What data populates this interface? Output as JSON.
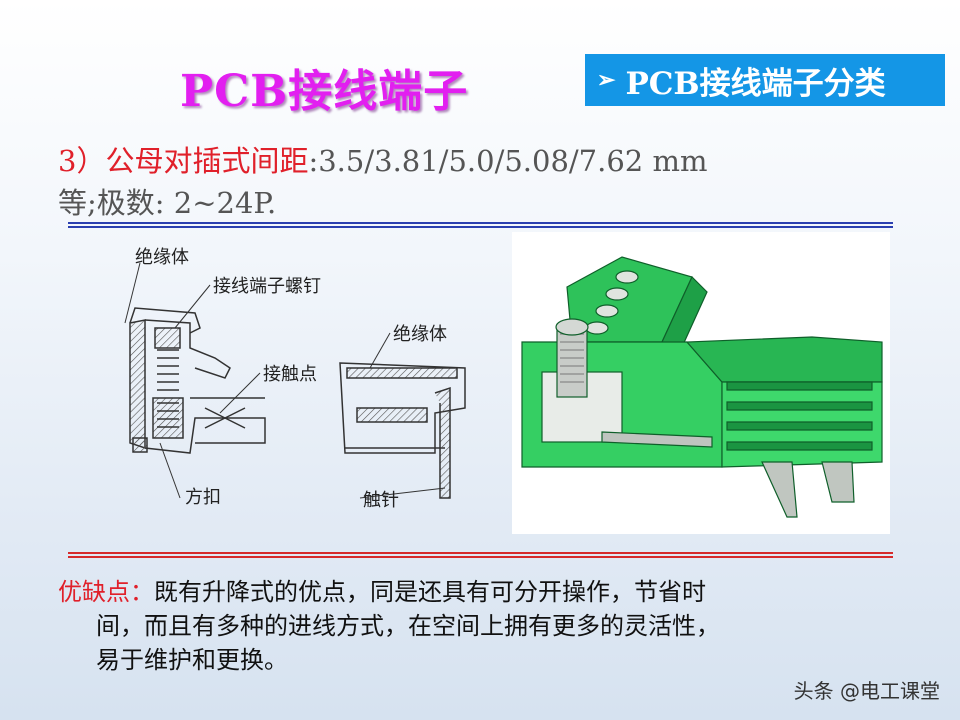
{
  "title": "PCB接线端子",
  "badge": {
    "arrow": "➢",
    "text": "PCB接线端子分类"
  },
  "spec": {
    "prefix": "3）公母对插式间距",
    "values": ":3.5/3.81/5.0/5.08/7.62  mm",
    "line2": "等;极数: 2~24P."
  },
  "diagram_labels": {
    "insulator_left": "绝缘体",
    "screw": "接线端子螺钉",
    "contact": "接触点",
    "clip": "方扣",
    "insulator_right": "绝缘体",
    "pin": "触针"
  },
  "pros": {
    "label": "优缺点：",
    "text1": "既有升降式的优点，同是还具有可分开操作，节省时",
    "text2": "间，而且有多种的进线方式，在空间上拥有更多的灵活性，",
    "text3": "易于维护和更换。"
  },
  "watermark": "头条 @电工课堂",
  "colors": {
    "title": "#e21ff0",
    "badge": "#1496e6",
    "accent": "#e0202a",
    "rule_blue": "#2b3fb0",
    "rule_red": "#d62a2a",
    "connector": "#22c55e"
  }
}
